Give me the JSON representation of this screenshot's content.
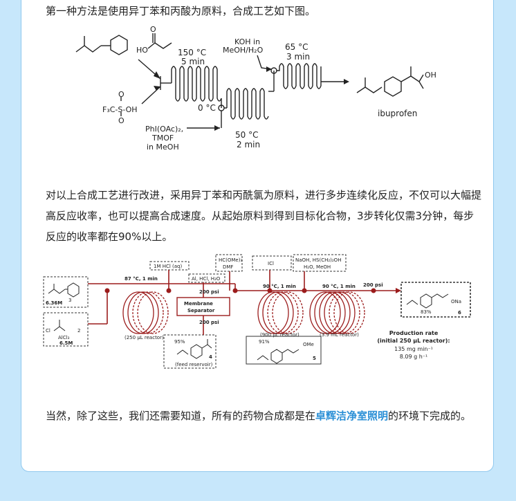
{
  "text": {
    "p1": "第一种方法是使用异丁苯和丙酸为原料，合成工艺如下图。",
    "p2": "对以上合成工艺进行改进，采用异丁苯和丙酰氯为原料，进行多步连续化反应，不仅可以大幅提高反应收率，也可以提高合成速度。从起始原料到得到目标化合物，3步转化仅需3分钟，每步反应的收率都在90%以上。",
    "p3_before": "当然，除了这些，我们还需要知道，所有的药物合成都是在",
    "p3_highlight": "卓辉洁净室照明",
    "p3_after": "的环境下完成的。"
  },
  "diagram1": {
    "ho": "HO",
    "o": "O",
    "f3c": "F₃C-S-OH",
    "s_o_top": "O",
    "s_o_bot": "O",
    "temp1": "150 °C",
    "time1": "5 min",
    "temp0": "0 °C",
    "koh1": "KOH in",
    "koh2": "MeOH/H₂O",
    "temp2": "50 °C",
    "time2": "2 min",
    "temp3": "65 °C",
    "time3": "3 min",
    "phi1": "PhI(OAc)₂,",
    "phi2": "TMOF",
    "phi3": "in MeOH",
    "oh": "OH",
    "product": "ibuprofen"
  },
  "diagram2": {
    "conc3": "6.36M",
    "num3": "3",
    "cl": "Cl",
    "num2": "2",
    "alcl3": "AlCl₃",
    "conc2": "6.5M",
    "cond1": "87 °C, 1 min",
    "reactor1": "(250 μL reactor)",
    "hcl": "1M HCl (aq)",
    "al": "Al, HCl, H₂O",
    "psi1": "200 psi",
    "membrane1": "Membrane",
    "membrane2": "Separator",
    "psi2": "200 psi",
    "yield4": "95%",
    "num4": "4",
    "feed": "(feed reservoir)",
    "hc1": "HC(OMe)₃",
    "hc2": "DMF",
    "icl": "ICl",
    "naoh1": "NaOH, HS(CH₂)₂OH",
    "naoh2": "H₂O, MeOH",
    "cond2": "90 °C, 1 min",
    "cond3": "90 °C, 1 min",
    "psi3": "200 psi",
    "reactor2": "(900 μL reactor)",
    "reactor3": "(3.9 mL reactor)",
    "yield5": "91%",
    "ome": "OMe",
    "num5": "5",
    "yield6": "83%",
    "ona": "ONa",
    "num6": "6",
    "rate1": "Production rate",
    "rate2": "(initial 250 μL reactor):",
    "rate3": "135 mg min⁻¹",
    "rate4": "8.09 g h⁻¹"
  },
  "colors": {
    "accent": "#2a8fd6",
    "frame": "#8fc8ee",
    "page_bg": "#c7e7fb",
    "flow_red": "#9b1c1c"
  }
}
